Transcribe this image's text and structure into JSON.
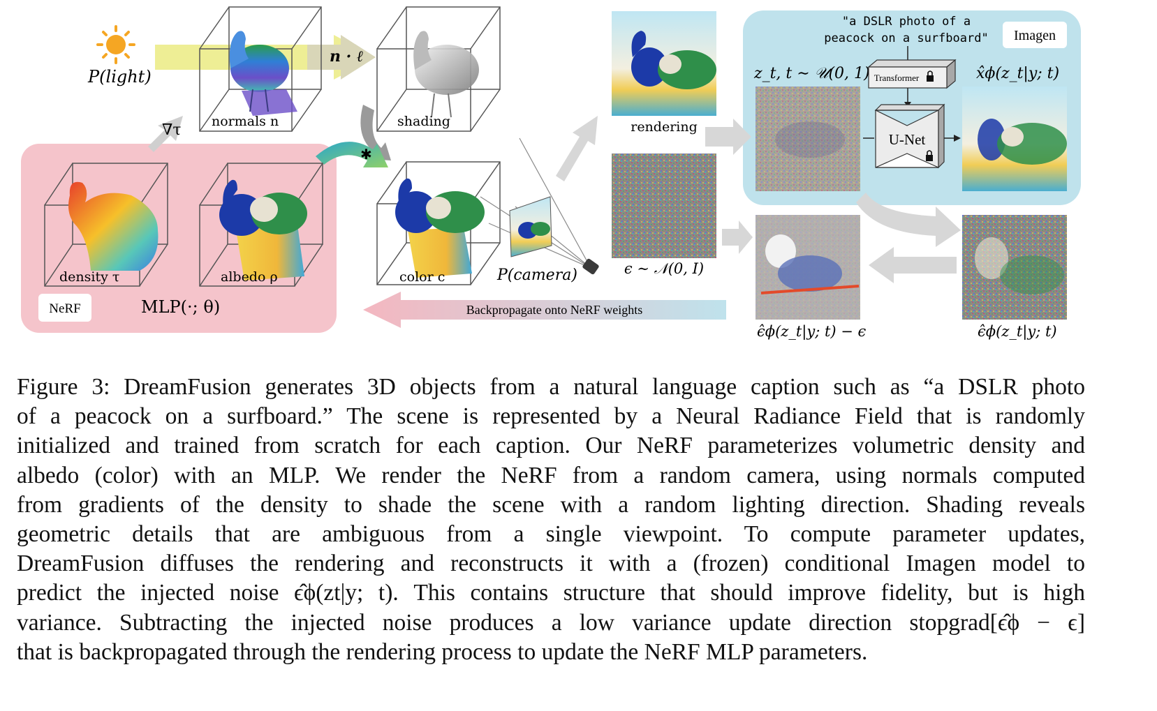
{
  "figure": {
    "light_label": "P(light)",
    "grad_label": "∇τ",
    "normals_label": "normals n",
    "ndotl_label": "n · ℓ",
    "shading_label": "shading",
    "density_label": "density τ",
    "albedo_label": "albedo ρ",
    "nerf_badge": "NeRF",
    "mlp_label": "MLP(·; θ)",
    "color_label": "color c",
    "camera_label": "P(camera)",
    "rendering_label": "rendering",
    "plus_sign": "+",
    "noise_label": "ϵ ∼ 𝒩(0, I)",
    "prompt_line1": "\"a DSLR photo of a",
    "prompt_line2": "peacock on a surfboard\"",
    "imagen_badge": "Imagen",
    "zt_label": "z_t, t ∼ 𝒰(0, 1)",
    "transformer_label": "Transformer",
    "unet_label": "U-Net",
    "xhat_label": "x̂ϕ(z_t|y; t)",
    "backprop_label": "Backpropagate onto NeRF weights",
    "residual_label": "ϵ̂ϕ(z_t|y; t) − ϵ",
    "epshat_label": "ϵ̂ϕ(z_t|y; t)",
    "colors": {
      "nerf_panel": "#f5c4cb",
      "imagen_panel": "#bfe2ec",
      "arrow_gray": "#cfcfcf",
      "light_arrow": "#ecec8a",
      "sun": "#f5a623"
    }
  },
  "caption": {
    "lines": [
      "Figure 3: DreamFusion generates 3D objects from a natural language caption such as “a DSLR photo",
      "of a peacock on a surfboard.” The scene is represented by a Neural Radiance Field that is randomly",
      "initialized and trained from scratch for each caption. Our NeRF parameterizes volumetric density and",
      "albedo (color) with an MLP. We render the NeRF from a random camera, using normals computed",
      "from gradients of the density to shade the scene with a random lighting direction. Shading reveals",
      "geometric details that are ambiguous from a single viewpoint. To compute parameter updates,",
      "DreamFusion diffuses the rendering and reconstructs it with a (frozen) conditional Imagen model to",
      "predict the injected noise ϵ̂ϕ(zt|y; t). This contains structure that should improve fidelity, but is high",
      "variance. Subtracting the injected noise produces a low variance update direction stopgrad[ϵ̂ϕ − ϵ]",
      "that is backpropagated through the rendering process to update the NeRF MLP parameters."
    ]
  }
}
